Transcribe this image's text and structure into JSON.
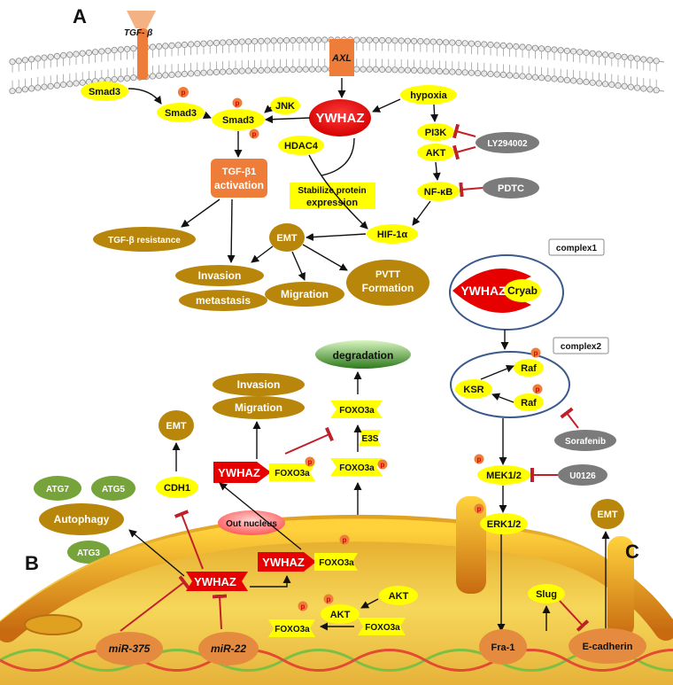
{
  "panels": {
    "a": "A",
    "b": "B",
    "c": "C"
  },
  "colors": {
    "yellow": "#ffff00",
    "red": "#e60000",
    "orange": "#ee7d3a",
    "gold": "#b8860b",
    "gray": "#7b7b7b",
    "green": "#77a33b",
    "arrow": "#111111",
    "inhibit": "#c0202a"
  },
  "membrane": {
    "tgfb": "TGF- β",
    "axl": "AXL"
  },
  "top": {
    "smad3_free": "Smad3",
    "p": "p",
    "smad3_p": "Smad3",
    "smad3_pp": "Smad3",
    "jnk": "JNK",
    "ywhaz": "YWHAZ",
    "hypoxia": "hypoxia",
    "pi3k": "PI3K",
    "akt": "AKT",
    "ly294002": "LY294002",
    "hdac4": "HDAC4",
    "tgfb1_line1": "TGF-β1",
    "tgfb1_line2": "activation",
    "stabilize_line1": "Stabilize protein",
    "stabilize_line2": "expression",
    "nfkb": "NF-κB",
    "pdtc": "PDTC",
    "hif1a": "HIF-1α",
    "emt": "EMT",
    "tgfb_resistance": "TGF-β resistance",
    "invasion": "Invasion",
    "metastasis": "metastasis",
    "migration": "Migration",
    "pvtt_line1": "PVTT",
    "pvtt_line2": "Formation"
  },
  "right": {
    "complex1": "complex1",
    "ywhaz": "YWHAZ",
    "cryab": "Cryab",
    "complex2": "complex2",
    "raf1": "Raf",
    "raf2": "Raf",
    "ksr": "KSR",
    "sorafenib": "Sorafenib",
    "mek": "MEK1/2",
    "u0126": "U0126",
    "erk": "ERK1/2",
    "fra1": "Fra-1",
    "emt": "EMT",
    "slug": "Slug",
    "ecadherin": "E-cadherin"
  },
  "middle": {
    "degradation": "degradation",
    "invasion": "Invasion",
    "migration": "Migration",
    "foxo3a_top": "FOXO3a",
    "e3s": "E3S",
    "foxo3a_mid": "FOXO3a",
    "ywhaz_cyto": "YWHAZ",
    "foxo3a_cyto": "FOXO3a",
    "emt": "EMT",
    "cdh1": "CDH1",
    "atg7": "ATG7",
    "atg5": "ATG5",
    "autophagy": "Autophagy",
    "atg3": "ATG3",
    "out_nucleus": "Out nucleus",
    "ywhaz_nuc": "YWHAZ",
    "foxo3a_nuc": "FOXO3a",
    "ywhaz_b": "YWHAZ",
    "akt_in": "AKT",
    "akt_complex": "AKT",
    "foxo3a_akt": "FOXO3a",
    "foxo3a_free": "FOXO3a",
    "mir375": "miR-375",
    "mir22": "miR-22"
  }
}
